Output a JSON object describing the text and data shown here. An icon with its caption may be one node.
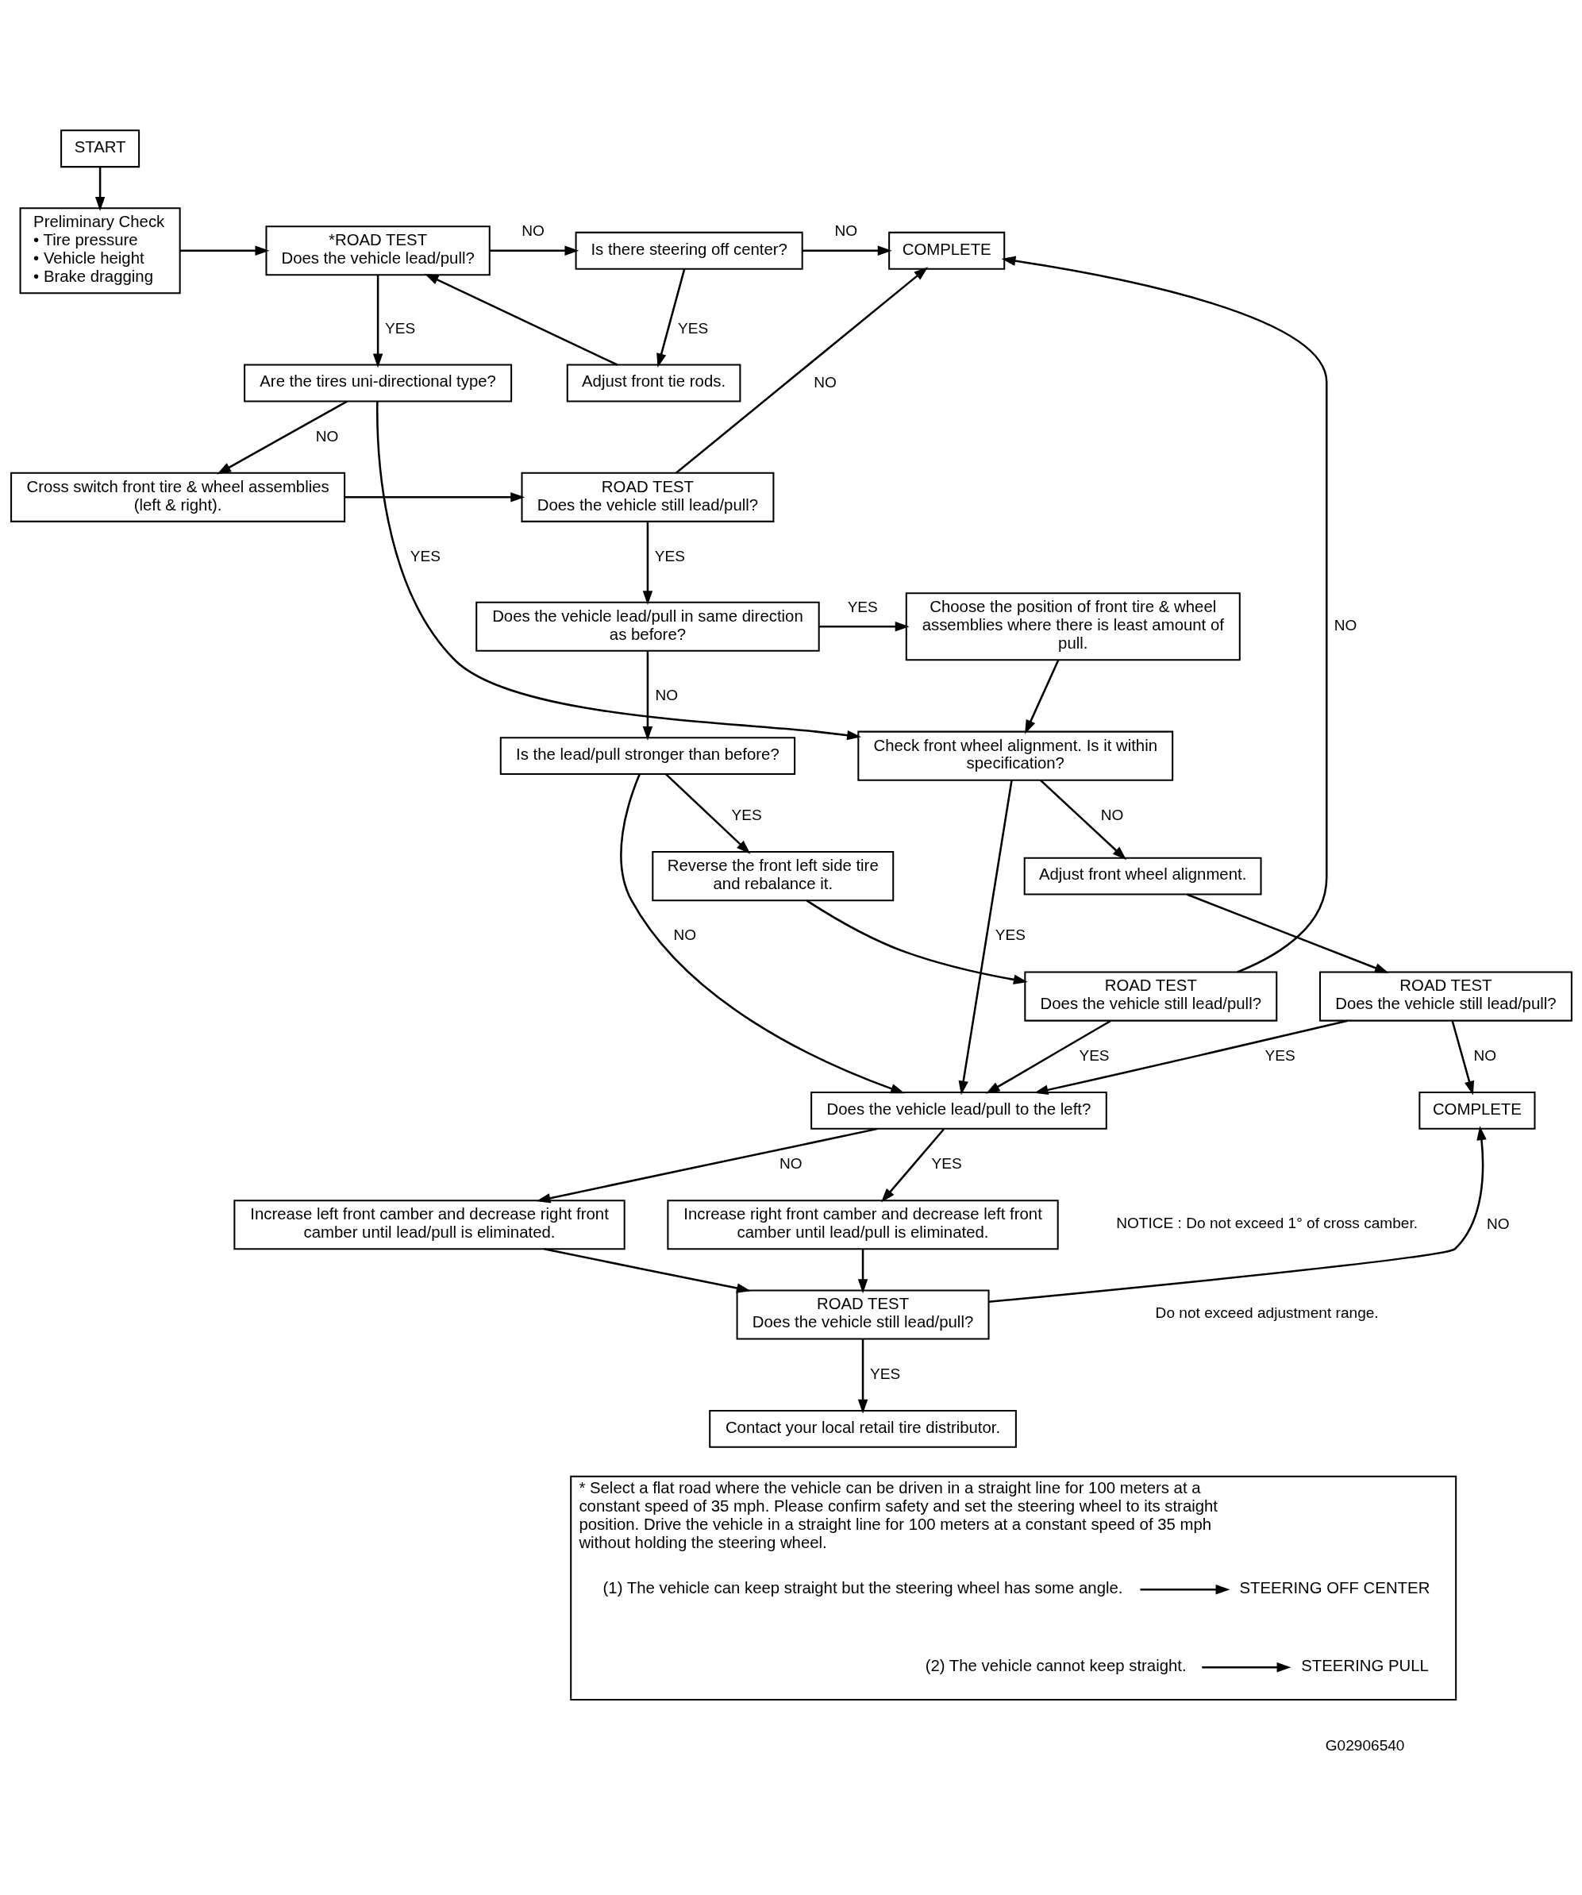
{
  "diagram": {
    "nodes": [
      {
        "text": [
          "START"
        ]
      },
      {
        "text": [
          "Preliminary Check",
          "• Tire pressure",
          "• Vehicle height",
          "• Brake dragging"
        ]
      },
      {
        "text": [
          "*ROAD TEST",
          "Does the vehicle lead/pull?"
        ]
      },
      {
        "text": [
          "Is there steering off center?"
        ]
      },
      {
        "text": [
          "COMPLETE"
        ]
      },
      {
        "text": [
          "Adjust front tie rods."
        ]
      },
      {
        "text": [
          "Are the tires uni-directional type?"
        ]
      },
      {
        "text": [
          "Cross switch front tire & wheel assemblies (left & right)."
        ]
      },
      {
        "text": [
          "ROAD TEST",
          "Does the vehicle still lead/pull?"
        ]
      },
      {
        "text": [
          "Choose the position of front tire & wheel assemblies where there is least amount of pull."
        ]
      },
      {
        "text": [
          "Does the vehicle lead/pull in same direction as before?"
        ]
      },
      {
        "text": [
          "Check front wheel alignment. Is it within specification?"
        ]
      },
      {
        "text": [
          "Is the lead/pull stronger than before?"
        ]
      },
      {
        "text": [
          "Adjust front wheel alignment."
        ]
      },
      {
        "text": [
          "Reverse the front left side tire and rebalance it."
        ]
      },
      {
        "text": [
          "ROAD TEST",
          "Does the vehicle still lead/pull?"
        ]
      },
      {
        "text": [
          "ROAD TEST",
          "Does the vehicle still lead/pull?"
        ]
      },
      {
        "text": [
          "COMPLETE"
        ]
      },
      {
        "text": [
          "Does the vehicle lead/pull to the left?"
        ]
      },
      {
        "text": [
          "Increase right front camber and decrease left front camber until lead/pull is eliminated."
        ]
      },
      {
        "text": [
          "Increase left front camber and decrease right front camber until lead/pull is eliminated."
        ]
      },
      {
        "text": [
          "ROAD TEST",
          "Does the vehicle still lead/pull?"
        ]
      },
      {
        "text": [
          "Contact your local retail tire distributor."
        ]
      },
      {
        "text": [
          "* Select a flat road where the vehicle can be driven in a straight line for 100 meters at a constant speed of 35 mph. Please confirm safety and set the steering wheel to its straight position. Drive the vehicle in a straight line for 100 meters at a constant speed of 35 mph without holding the steering wheel."
        ]
      },
      {
        "text": [
          "(1) The vehicle can keep straight but the steering wheel has some angle."
        ],
        "in": 23
      },
      {
        "text": [
          "STEERING OFF CENTER"
        ],
        "in": 23
      },
      {
        "text": [
          "(2) The vehicle cannot keep straight."
        ],
        "in": 23
      },
      {
        "text": [
          "STEERING PULL"
        ],
        "in": 23
      }
    ],
    "edges": [
      {
        "from": 0,
        "to": 1,
        "arrow": "to"
      },
      {
        "from": 1,
        "to": 2,
        "arrow": "to"
      },
      {
        "from": 2,
        "to": 3,
        "arrow": "to",
        "label": "NO"
      },
      {
        "from": 3,
        "to": 4,
        "arrow": "to",
        "label": "NO"
      },
      {
        "from": 3,
        "to": 5,
        "arrow": "to",
        "label": "YES"
      },
      {
        "from": 5,
        "to": 2,
        "arrow": "to"
      },
      {
        "from": 2,
        "to": 6,
        "arrow": "to",
        "label": "YES"
      },
      {
        "from": 6,
        "to": 11,
        "arrow": "to",
        "label": "YES"
      },
      {
        "from": 6,
        "to": 7,
        "arrow": "to",
        "label": "NO"
      },
      {
        "from": 7,
        "to": 8,
        "arrow": "to"
      },
      {
        "from": 8,
        "to": 4,
        "arrow": "to",
        "label": "NO"
      },
      {
        "from": 8,
        "to": 10,
        "arrow": "to",
        "label": "YES"
      },
      {
        "from": 10,
        "to": 9,
        "arrow": "to",
        "label": "YES"
      },
      {
        "from": 10,
        "to": 12,
        "arrow": "to",
        "label": "NO"
      },
      {
        "from": 9,
        "to": 11,
        "arrow": "to"
      },
      {
        "from": 11,
        "to": 18,
        "arrow": "to",
        "label": "YES"
      },
      {
        "from": 11,
        "to": 13,
        "arrow": "to",
        "label": "NO"
      },
      {
        "from": 12,
        "to": 18,
        "arrow": "to",
        "label": "NO"
      },
      {
        "from": 12,
        "to": 14,
        "arrow": "to",
        "label": "YES"
      },
      {
        "from": 13,
        "to": 15,
        "arrow": "to"
      },
      {
        "from": 14,
        "to": 16,
        "arrow": "to"
      },
      {
        "from": 15,
        "to": 17,
        "arrow": "to",
        "label": "NO"
      },
      {
        "from": 15,
        "to": 18,
        "arrow": "to",
        "label": "YES"
      },
      {
        "from": 16,
        "to": 4,
        "arrow": "to",
        "label": "NO"
      },
      {
        "from": 16,
        "to": 18,
        "arrow": "to",
        "label": "YES"
      },
      {
        "from": 18,
        "to": 19,
        "arrow": "to",
        "label": "YES"
      },
      {
        "from": 18,
        "to": 20,
        "arrow": "to",
        "label": "NO"
      },
      {
        "from": 19,
        "to": 21,
        "arrow": "to"
      },
      {
        "from": 20,
        "to": 21,
        "arrow": "to"
      },
      {
        "from": 21,
        "to": 17,
        "arrow": "to",
        "label": "NO"
      },
      {
        "from": 21,
        "to": 22,
        "arrow": "to",
        "label": "YES"
      },
      {
        "from": 24,
        "to": 25,
        "arrow": "to"
      },
      {
        "from": 26,
        "to": 27,
        "arrow": "to"
      }
    ],
    "labels": [
      "NOTICE : Do not exceed 1° of cross camber.",
      "Do not exceed adjustment range.",
      "G02906540"
    ]
  }
}
